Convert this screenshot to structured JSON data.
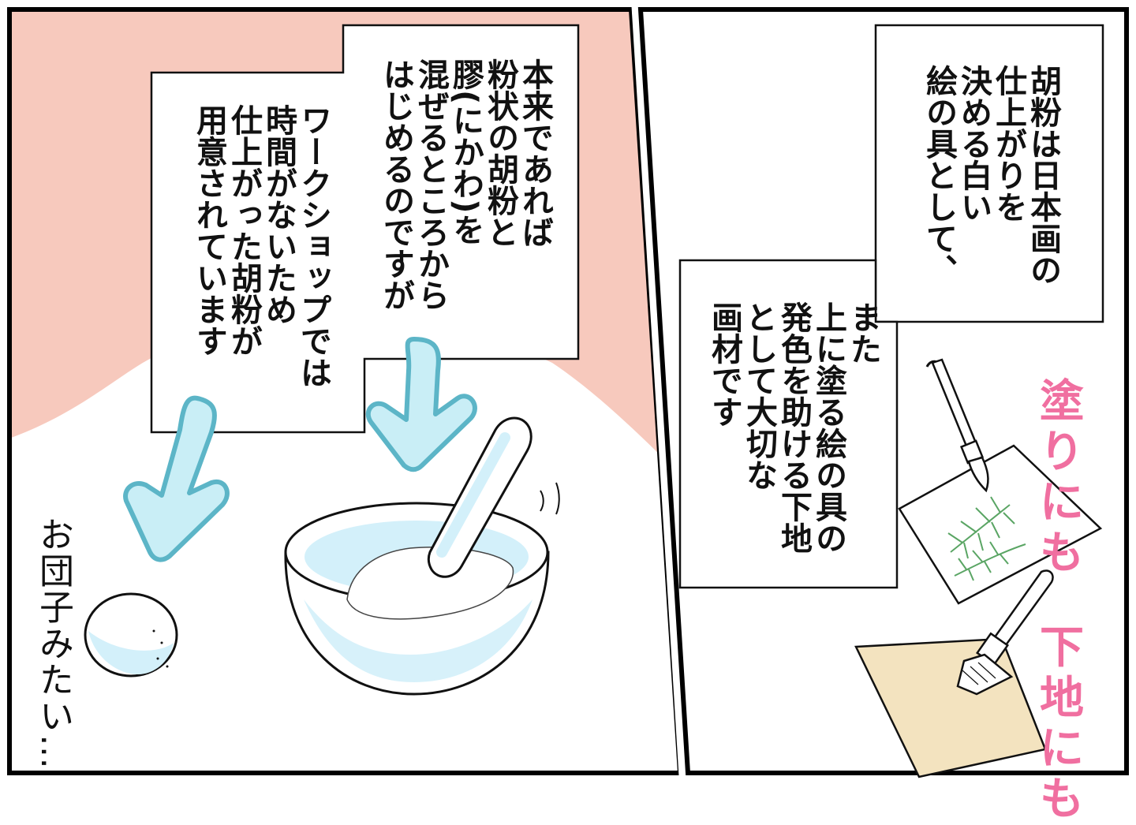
{
  "panel_left": {
    "box_a_lines": [
      "本来であれば",
      "粉状の胡粉と",
      "膠(にかわ)を",
      "混ぜるところから",
      "はじめるのですが"
    ],
    "box_b_lines": [
      "ワークショップでは",
      "時間がないため",
      "仕上がった胡粉が",
      "用意されています"
    ],
    "sfx_text": "お団子みたい…"
  },
  "panel_right": {
    "box_c_lines": [
      "胡粉は日本画の",
      "仕上がりを",
      "決める白い",
      "絵の具として、"
    ],
    "box_d_lines": [
      "また",
      "上に塗る絵の具の",
      "発色を助ける下地",
      "として大切な",
      "画材です"
    ],
    "label_paint": "塗りにも",
    "label_base": "下地にも"
  },
  "colors": {
    "bg_pink": "#f7c9bd",
    "arrow_fill": "#c9eef6",
    "arrow_stroke": "#5cb5c7",
    "bowl_tint": "#d3f0fa",
    "label_pink": "#f06fa0",
    "leaf_green": "#5aa564",
    "paper_tan": "#f3e3bf"
  }
}
